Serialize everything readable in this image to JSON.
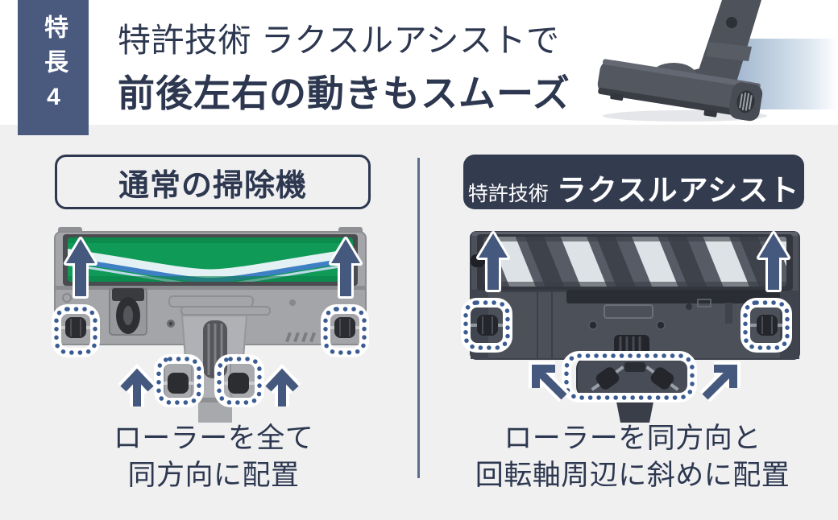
{
  "header": {
    "badge": "特長4",
    "title_line1": "特許技術 ラクスルアシストで",
    "title_line2": "前後左右の動きもスムーズ"
  },
  "comparison": {
    "left": {
      "title": "通常の掃除機",
      "caption_line1": "ローラーを全て",
      "caption_line2": "同方向に配置"
    },
    "right": {
      "title_prefix": "特許技術",
      "title_main": "ラクスルアシスト",
      "caption_line1": "ローラーを同方向と",
      "caption_line2": "回転軸周辺に斜めに配置"
    }
  },
  "illustrations": {
    "left": {
      "subject": "underside of normal vacuum head with green brush roller",
      "arrows": [
        "up",
        "up",
        "up",
        "up"
      ],
      "highlight_boxes": 4
    },
    "right": {
      "subject": "underside of Raxle Assist vacuum head with black-white diagonal brush",
      "arrows": [
        "up",
        "up",
        "diagonal-up-left",
        "diagonal-up-right"
      ],
      "highlight_boxes": 3
    }
  },
  "colors": {
    "navy_text": "#2d3850",
    "badge_bg": "#4a5a7f",
    "pill_bg": "#333b4f",
    "arrow_navy": "#45597e",
    "dotted_outline": "#3b5c92",
    "divider": "#5b6d8e",
    "brush_green": "#0f9a57",
    "brush_wave_blue": "#3f7fc4",
    "accent_band_blue": "#a2b7cf",
    "header_bg": "#ffffff",
    "body_bg": "#f0f0f1"
  }
}
